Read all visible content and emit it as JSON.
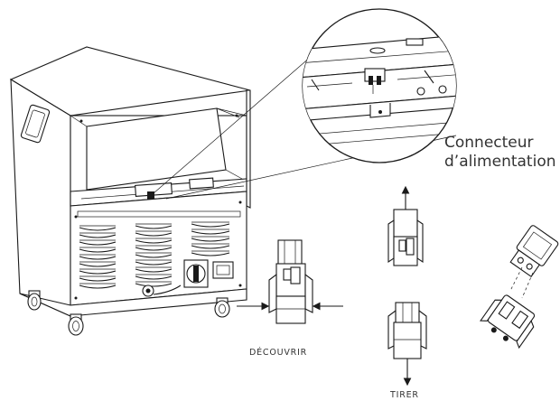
{
  "labels": {
    "connector_line1": "Connecteur",
    "connector_line2": "d’alimentation",
    "uncover": "DÉCOUVRIR",
    "pull": "TIRER"
  },
  "icons": [
    "arrow-up-icon",
    "arrow-down-icon",
    "arrow-right-icon",
    "arrow-left-icon"
  ]
}
